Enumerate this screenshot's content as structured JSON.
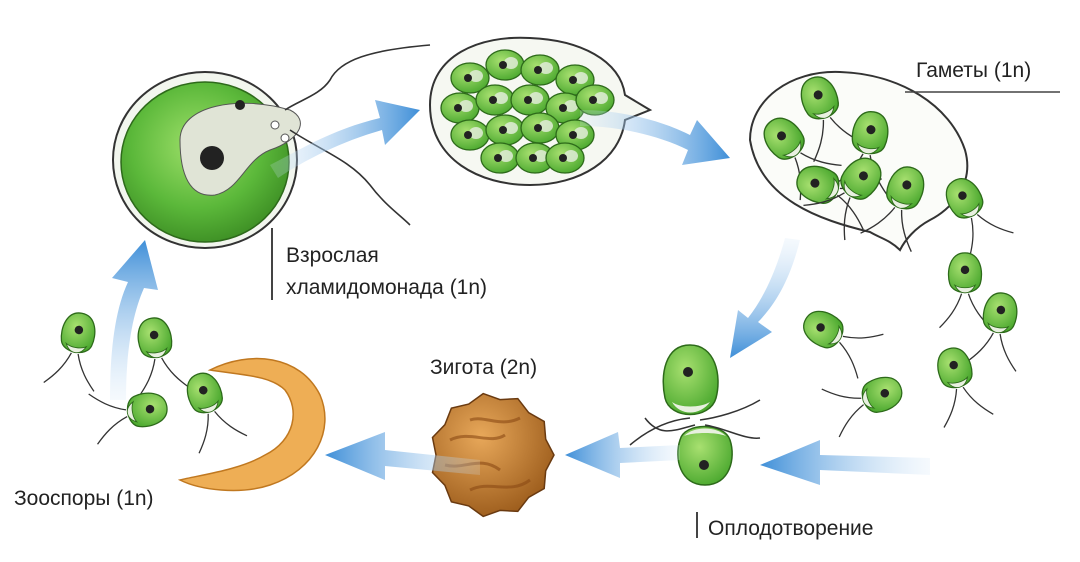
{
  "labels": {
    "gametes": "Гаметы (1n)",
    "adult_line1": "Взрослая",
    "adult_line2": "хламидомонада (1n)",
    "zygote": "Зигота (2n)",
    "zoospores": "Зооспоры (1n)",
    "fertilization": "Оплодотворение"
  },
  "colors": {
    "cell_green": "#5bb83a",
    "cell_dark_green": "#3a8a22",
    "arrow_blue": "#3f8fd8",
    "nucleus": "#222222",
    "zygote_brown": "#b8742a",
    "cyst_orange": "#e8a848"
  }
}
